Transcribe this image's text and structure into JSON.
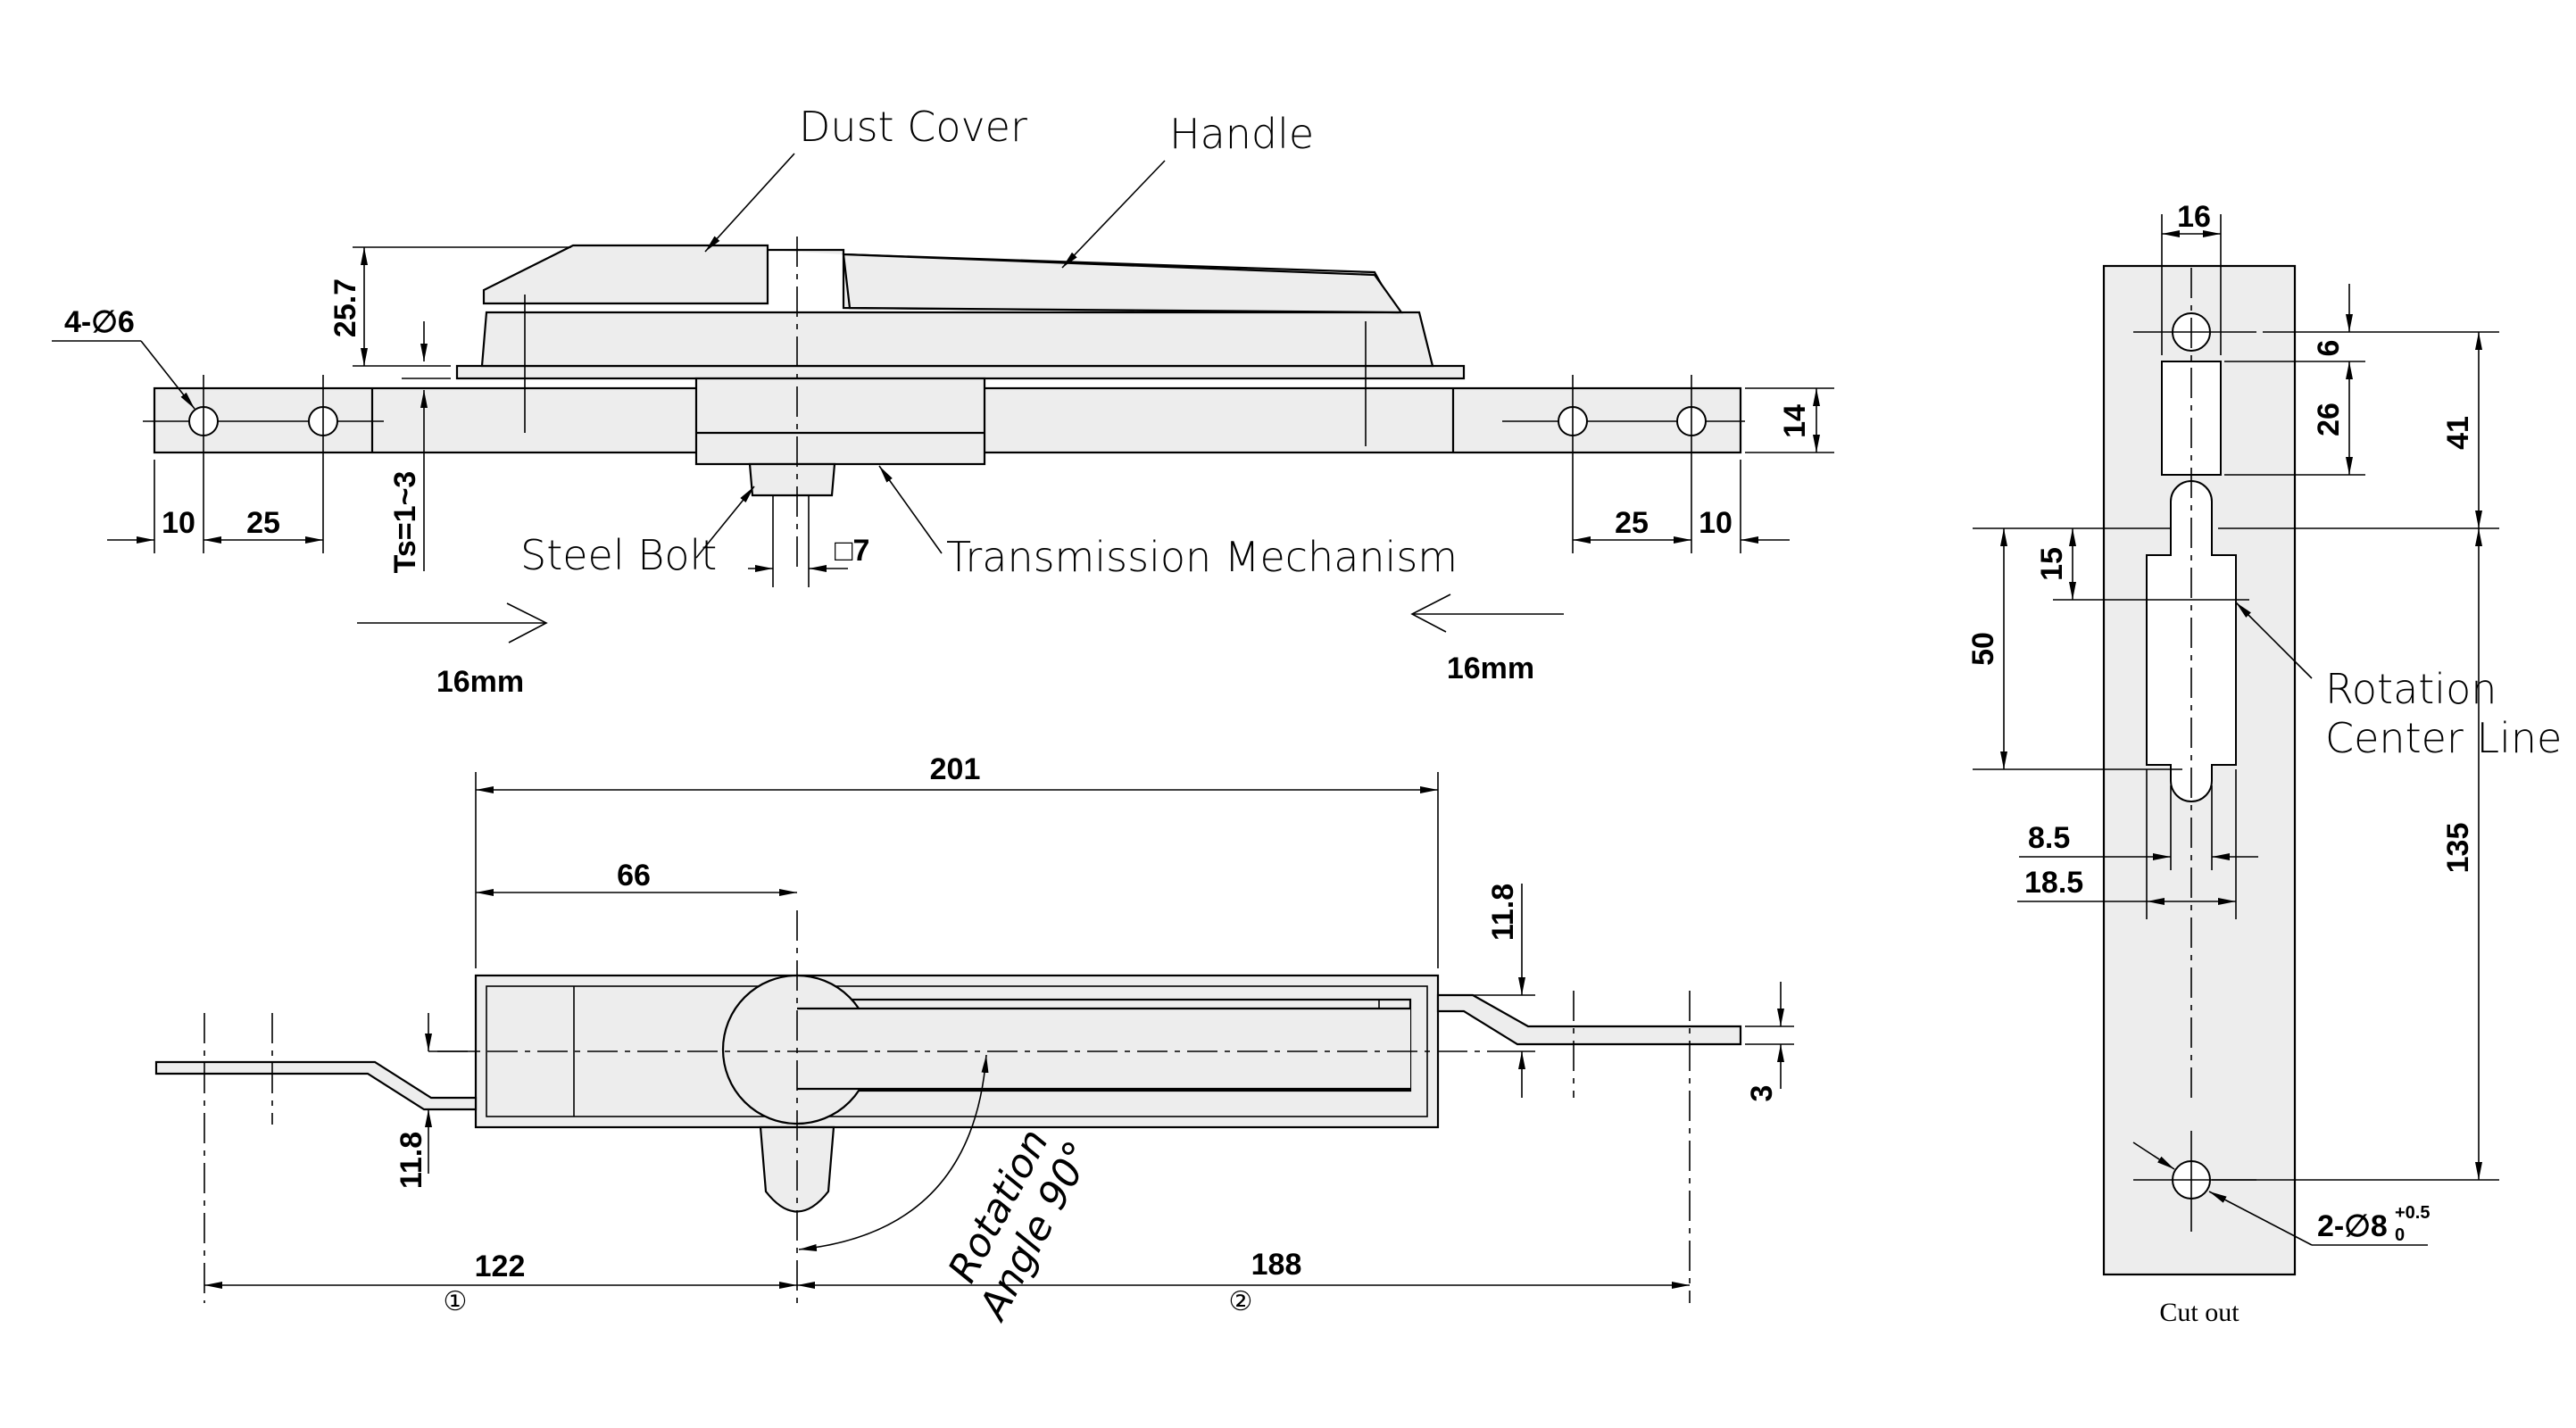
{
  "drawing": {
    "type": "technical-drawing",
    "subject": "Rod control lock / espagnolette latch"
  },
  "top_view": {
    "callouts": {
      "dust_cover": "Dust Cover",
      "handle": "Handle",
      "steel_bolt": "Steel Bolt",
      "transmission": "Transmission Mechanism"
    },
    "dims": {
      "holes": "4-∅6",
      "height": "25.7",
      "ts": "Ts=1~3",
      "left_10": "10",
      "left_25": "25",
      "right_25": "25",
      "right_10": "10",
      "bar_height": "14",
      "square": "□7"
    },
    "travel": {
      "left": "16mm",
      "right": "16mm"
    }
  },
  "front_view": {
    "dims": {
      "overall": "201",
      "to_center": "66",
      "offset_top": "11.8",
      "offset_bottom": "11.8",
      "rod_thickness": "3",
      "left_length": "122",
      "right_length": "188"
    },
    "markers": {
      "left": "①",
      "right": "②"
    },
    "rotation_line1": "Rotation",
    "rotation_line2": "Angle 90°"
  },
  "cutout_view": {
    "title": "Cut out",
    "dims": {
      "width_16": "16",
      "d6": "6",
      "d26": "26",
      "d41": "41",
      "d15": "15",
      "d50": "50",
      "d135": "135",
      "w8_5": "8.5",
      "w18_5": "18.5",
      "holes": "2-∅8",
      "tol_upper": "+0.5",
      "tol_lower": "0"
    },
    "callout_line1": "Rotation",
    "callout_line2": "Center Line"
  }
}
